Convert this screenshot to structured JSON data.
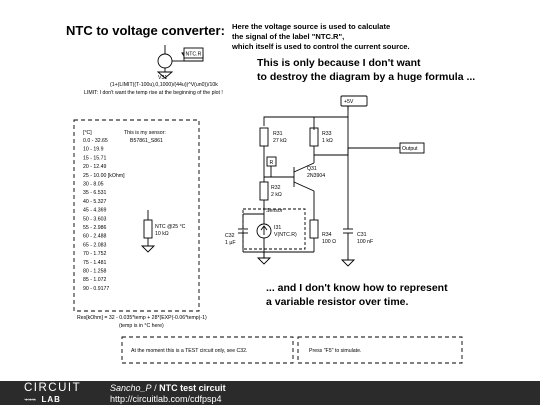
{
  "title": "NTC to voltage converter:",
  "header_note": [
    "Here the voltage source is used to calculate",
    "the signal of the label \"NTC.R\",",
    "which itself is used to control the current source."
  ],
  "big_note_1": [
    "This is only because I don't want",
    "to destroy the diagram by a huge formula ..."
  ],
  "big_note_2": [
    "... and I don't know how to represent",
    "a variable resistor over time."
  ],
  "v31": {
    "label": "NTC.R",
    "name": "V31",
    "formula": "(1+(LIMIT((T-100u),0,1000)/(44u))^V(un0))/10k",
    "limit_note": "LIMIT: I don't want the temp rise at the beginning of the plot !"
  },
  "table_box": {
    "unit_header": "[°C]",
    "sensor_title": [
      "This is my sensor:",
      "B57861_S861"
    ],
    "rows": [
      "0.0 - 32.65",
      "10 - 19.9",
      "15 - 15.71",
      "20 - 12.49",
      "25 - 10.00 [kOhm]",
      "30 - 8.05",
      "35 - 6.531",
      "40 - 5.327",
      "45 - 4.369",
      "50 - 3.603",
      "55 - 2.986",
      "60 - 2.488",
      "65 - 2.083",
      "70 - 1.752",
      "75 - 1.481",
      "80 - 1.258",
      "85 - 1.072",
      "90 - 0.9177"
    ],
    "ntc_label": [
      "NTC @25 °C",
      "10 kΩ"
    ],
    "res_formula": [
      "Res[kOhm] = 32 - 0.035*temp + 28*(EXP(-0.06*temp)-1)",
      "(temp is in °C here)"
    ]
  },
  "circuit": {
    "vcc_label": "+5V",
    "output_label": "Output",
    "r31": [
      "R31",
      "27 kΩ"
    ],
    "r33": [
      "R33",
      "1 kΩ"
    ],
    "r_label": "R",
    "q31": [
      "Q31",
      "2N3904"
    ],
    "r32": [
      "R32",
      "2 kΩ"
    ],
    "sensor_label": "Sensor",
    "i31": [
      "I31",
      "V(NTC.R)"
    ],
    "c32": [
      "C32",
      "1 µF"
    ],
    "r34": [
      "R34",
      "100 Ω"
    ],
    "c31": [
      "C31",
      "100 nF"
    ]
  },
  "notes": {
    "test_circuit": "At the moment this is a TEST circuit only, see C32.",
    "simulate": "Press \"F5\" to simulate."
  },
  "footer": {
    "logo_top": "CIRCUIT",
    "logo_bottom": "LAB",
    "author": "Sancho_P",
    "title": "NTC test circuit",
    "url": "http://circuitlab.com/cdfpsp4"
  },
  "colors": {
    "footer_bg": "#2b2b2b",
    "line": "#000000"
  }
}
